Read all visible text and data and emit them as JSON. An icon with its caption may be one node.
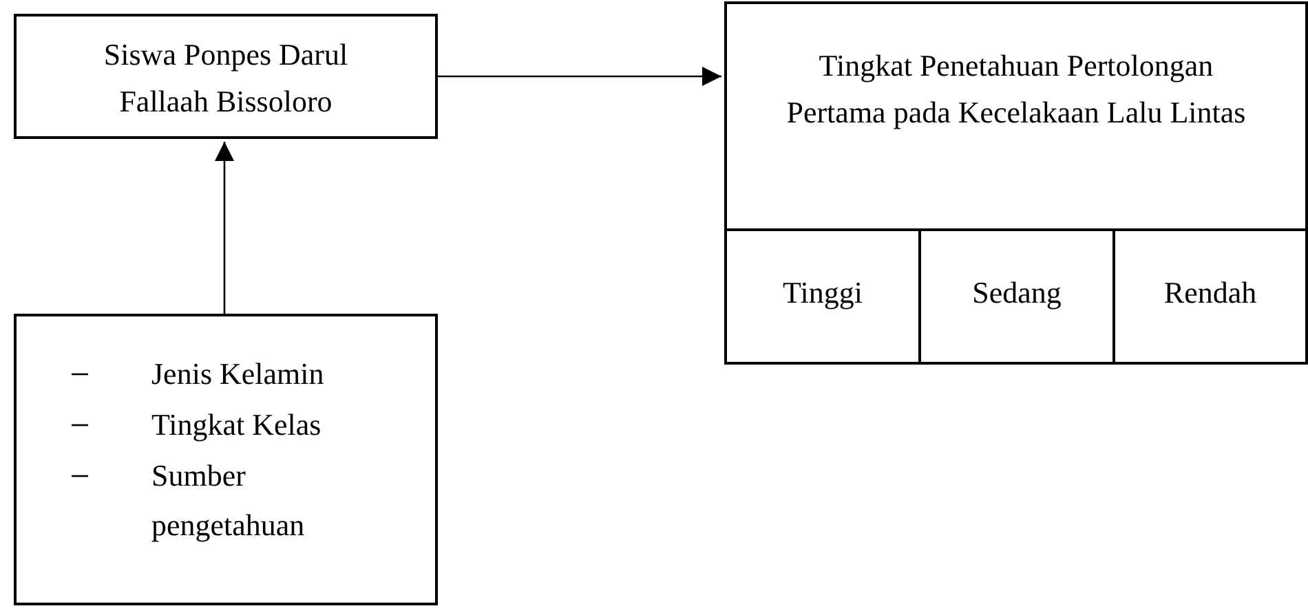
{
  "diagram": {
    "nodes": [
      {
        "text": [
          "Siswa Ponpes Darul Fallaah Bissoloro"
        ]
      },
      {
        "text": [
          "Tingkat Penetahuan Pertolongan Pertama pada Kecelakaan Lalu Lintas"
        ]
      },
      {
        "text": [
          "Tinggi"
        ],
        "in": 1
      },
      {
        "text": [
          "Sedang"
        ],
        "in": 1
      },
      {
        "text": [
          "Rendah"
        ],
        "in": 1
      },
      {
        "text": [
          "Jenis Kelamin",
          "Tingkat Kelas",
          "Sumber pengetahuan"
        ]
      }
    ],
    "edges": [
      {
        "from": 0,
        "to": 1,
        "arrow": "to"
      },
      {
        "from": 5,
        "to": 0,
        "arrow": "to"
      }
    ]
  }
}
